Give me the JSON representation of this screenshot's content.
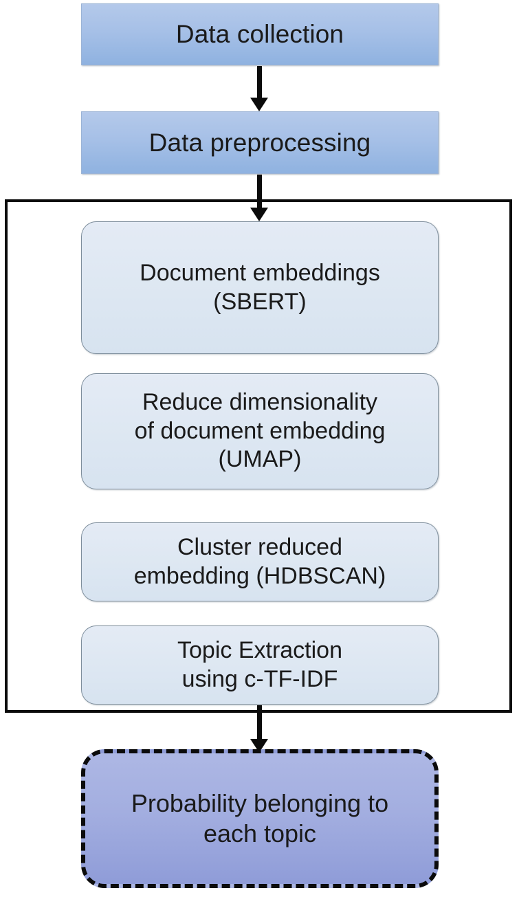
{
  "diagram": {
    "title": "BERTopic modelling pipeline flowchart",
    "type": "flowchart",
    "orientation": "top-to-bottom",
    "colors": {
      "stage_fill_top": "#b4c9ea",
      "stage_fill_bottom": "#8fb2e0",
      "stage_border": "#9ab3d6",
      "step_fill_top": "#e4ebf5",
      "step_fill_bottom": "#d7e3f0",
      "step_border": "#7e8e9c",
      "output_fill_top": "#adb7e4",
      "output_fill_bottom": "#8f9cd8",
      "outline": "#0b0b0b",
      "text": "#1a1a1a",
      "background": "#ffffff"
    }
  },
  "nodes": {
    "data_collection": {
      "label": "Data collection"
    },
    "data_preprocessing": {
      "label": "Data preprocessing"
    },
    "document_embeddings": {
      "label": "Document embeddings\n(SBERT)"
    },
    "reduce_dimensionality": {
      "label": "Reduce dimensionality\nof document embedding\n(UMAP)"
    },
    "cluster_reduced": {
      "label": "Cluster reduced\nembedding (HDBSCAN)"
    },
    "topic_extraction": {
      "label": "Topic Extraction\nusing c-TF-IDF"
    },
    "probability_output": {
      "label": "Probability belonging to\neach topic"
    }
  },
  "group": {
    "label": "",
    "contains": [
      "document_embeddings",
      "reduce_dimensionality",
      "cluster_reduced",
      "topic_extraction"
    ]
  },
  "edges": [
    {
      "from": "data_collection",
      "to": "data_preprocessing"
    },
    {
      "from": "data_preprocessing",
      "to": "document_embeddings"
    },
    {
      "from": "topic_extraction",
      "to": "probability_output"
    }
  ]
}
